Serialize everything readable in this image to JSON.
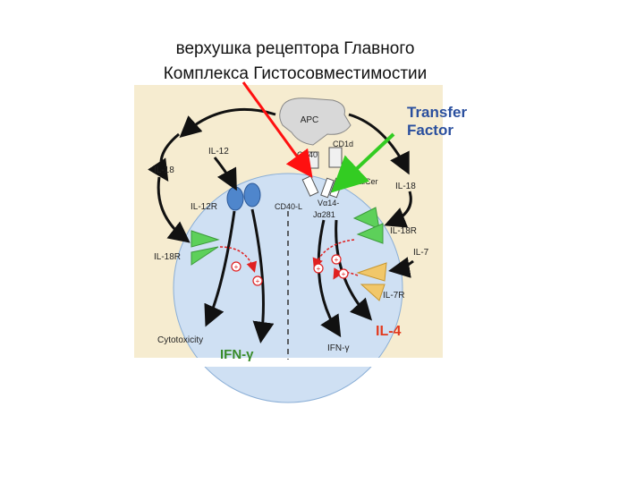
{
  "caption": {
    "line1": "верхушка рецептора Главного",
    "line2": "Комплекса Гистосовместимостии"
  },
  "colors": {
    "panel": "#f6ecd0",
    "cell": "#cfe0f3",
    "apc": "#d8d8d8",
    "receptor_blue": "#4f86cc",
    "receptor_green": "#5dd05a",
    "receptor_yellow": "#f1c76a",
    "transfer_factor": "#2a4f9e",
    "il4": "#e23a1f",
    "ifn": "#3a8c2a",
    "red_arrow": "#ff1010",
    "green_arrow": "#33cc22"
  },
  "diagram": {
    "apc": "APC",
    "cd1d": "CD1d",
    "cd40": "CD40",
    "galcer": "-GalCer",
    "cd40l": "CD40-L",
    "va14": "Vα14-",
    "ja281": "Jα281",
    "il12": "IL-12",
    "il18_left": "IL-18",
    "il12r": "IL-12R",
    "il18r_left": "IL-18R",
    "cytotoxicity": "Cytotoxicity",
    "ifn_left": "IFN-γ",
    "ifn_center": "IFN-γ",
    "il4": "IL-4",
    "il18_right": "IL-18",
    "il18r_right": "IL-18R",
    "il7": "IL-7",
    "il7r": "IL-7R",
    "transfer_line1": "Transfer",
    "transfer_line2": "Factor",
    "plus": "+"
  }
}
